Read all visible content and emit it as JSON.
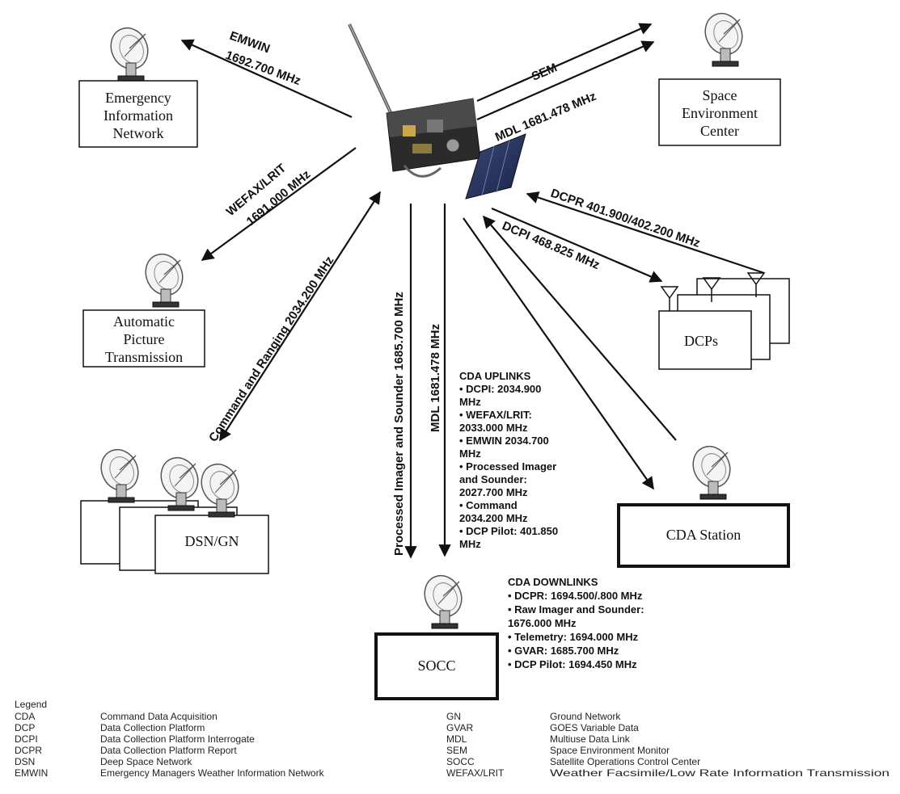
{
  "nodes": {
    "emergency": {
      "lines": [
        "Emergency",
        "Information",
        "Network"
      ]
    },
    "space_env": {
      "lines": [
        "Space",
        "Environment",
        "Center"
      ]
    },
    "apt": {
      "lines": [
        "Automatic",
        "Picture",
        "Transmission"
      ]
    },
    "dcps": {
      "lines": [
        "DCPs"
      ]
    },
    "cda_station": {
      "lines": [
        "CDA Station"
      ]
    },
    "dsn_gn": {
      "lines": [
        "DSN/GN"
      ]
    },
    "socc": {
      "lines": [
        "SOCC"
      ]
    }
  },
  "links": {
    "emwin": {
      "name": "EMWIN",
      "freq": "1692.700 MHz"
    },
    "sem": {
      "name": "SEM"
    },
    "mdl_sec": {
      "text": "MDL 1681.478 MHz"
    },
    "wefax": {
      "name": "WEFAX/LRIT",
      "freq": "1691.000 MHz"
    },
    "dcpr": {
      "text": "DCPR 401.900/402.200 MHz"
    },
    "dcpi": {
      "text": "DCPI 468.825 MHz"
    },
    "command": {
      "text": "Command and Ranging 2034.200 MHz"
    },
    "processed": {
      "text": "Processed Imager and Sounder 1685.700 MHz"
    },
    "mdl_socc": {
      "text": "MDL 1681.478 MHz"
    }
  },
  "uplinks": {
    "title": "CDA UPLINKS",
    "lines": [
      "• DCPI: 2034.900",
      "MHz",
      "• WEFAX/LRIT:",
      "2033.000 MHz",
      "• EMWIN 2034.700",
      "MHz",
      "• Processed Imager",
      "and Sounder:",
      "2027.700 MHz",
      "• Command",
      "2034.200 MHz",
      "• DCP Pilot: 401.850",
      "MHz"
    ]
  },
  "downlinks": {
    "title": "CDA DOWNLINKS",
    "lines": [
      "• DCPR: 1694.500/.800 MHz",
      "• Raw Imager and Sounder:",
      "1676.000 MHz",
      "• Telemetry: 1694.000 MHz",
      "• GVAR: 1685.700 MHz",
      "• DCP Pilot: 1694.450 MHz"
    ]
  },
  "legend": {
    "title": "Legend",
    "left": [
      [
        "CDA",
        "Command Data Acquisition"
      ],
      [
        "DCP",
        "Data Collection Platform"
      ],
      [
        "DCPI",
        "Data Collection Platform Interrogate"
      ],
      [
        "DCPR",
        "Data Collection Platform Report"
      ],
      [
        "DSN",
        "Deep Space Network"
      ],
      [
        "EMWIN",
        "Emergency Managers Weather Information Network"
      ]
    ],
    "right": [
      [
        "GN",
        "Ground Network"
      ],
      [
        "GVAR",
        "GOES Variable Data"
      ],
      [
        "MDL",
        "Multiuse Data Link"
      ],
      [
        "SEM",
        "Space Environment Monitor"
      ],
      [
        "SOCC",
        "Satellite Operations Control Center"
      ],
      [
        "WEFAX/LRIT",
        "Weather Facsimile/Low Rate Information Transmission"
      ]
    ]
  }
}
